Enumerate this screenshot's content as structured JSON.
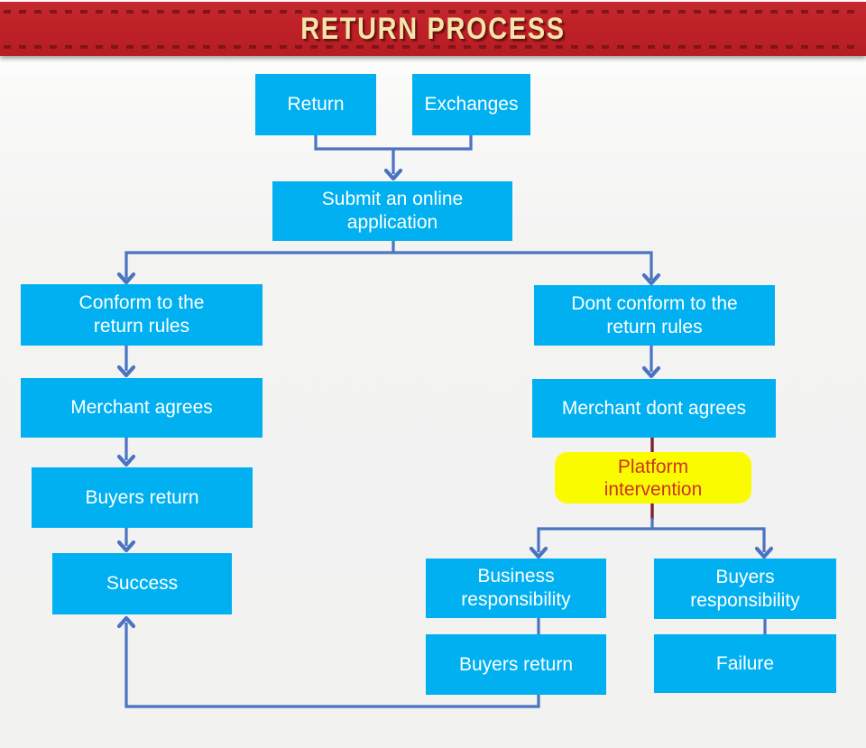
{
  "header": {
    "title": "RETURN PROCESS",
    "bg_color": "#bf2127",
    "stitch_color": "#7c1317",
    "title_color": "#f4e6aa"
  },
  "flowchart": {
    "colors": {
      "node_fill": "#00b0f0",
      "node_text": "#ffffff",
      "connector": "#4a73c2",
      "dark_connector": "#7d2130",
      "highlight_fill": "#fbfb00",
      "highlight_text": "#cc3328",
      "background": "#f2f2f1"
    },
    "nodes": {
      "return": {
        "label": "Return"
      },
      "exchanges": {
        "label": "Exchanges"
      },
      "submit": {
        "label": "Submit an online\napplication"
      },
      "conform": {
        "label": "Conform to the\nreturn rules"
      },
      "dont_conform": {
        "label": "Dont conform to the\nreturn rules"
      },
      "merchant_agrees": {
        "label": "Merchant agrees"
      },
      "merchant_dont_agrees": {
        "label": "Merchant dont agrees"
      },
      "buyers_return_left": {
        "label": "Buyers return"
      },
      "success": {
        "label": "Success"
      },
      "platform_intervention": {
        "label": "Platform\nintervention"
      },
      "business_responsibility": {
        "label": "Business\nresponsibility"
      },
      "buyers_responsibility": {
        "label": "Buyers\nresponsibility"
      },
      "buyers_return_bottom": {
        "label": "Buyers return"
      },
      "failure": {
        "label": "Failure"
      }
    }
  }
}
